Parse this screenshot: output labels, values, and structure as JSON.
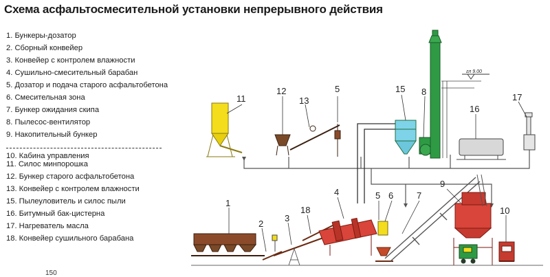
{
  "title": "Схема асфальтосмесительной установки непрерывного действия",
  "legend": [
    "1. Бункеры-дозатор",
    "2. Сборный конвейер",
    "3. Конвейер с контролем влажности",
    "4. Сушильно-смесительный барабан",
    "5. Дозатор и подача старого асфальтобетона",
    "6. Смесительная зона",
    "7. Бункер ожидания скипа",
    "8. Пылесос-вентилятор",
    "9. Накопительный бункер",
    "10. Кабина управления",
    "11. Силос минпорошка",
    "12. Бункер старого асфальтобетона",
    "13. Конвейер с контролем влажности",
    "15. Пылеуловитель и силос пыли",
    "16. Битумный бак-цистерна",
    "17. Нагреватель масла",
    "18. Конвейер сушильного барабана"
  ],
  "elevation_mark": "гл 9.00",
  "footer_stub": "150",
  "labels": {
    "n1": "1",
    "n2": "2",
    "n3": "3",
    "n4": "4",
    "n5a": "5",
    "n5b": "5",
    "n6": "6",
    "n7": "7",
    "n8": "8",
    "n9": "9",
    "n10": "10",
    "n11": "11",
    "n12": "12",
    "n13": "13",
    "n15": "15",
    "n16": "16",
    "n17": "17",
    "n18": "18"
  },
  "colors": {
    "red": "#d9453a",
    "green": "#2e9b44",
    "yellow": "#f3dd1c",
    "brown": "#7a4a28",
    "grey": "#9a9a9a",
    "cyan": "#7fd3e8"
  }
}
